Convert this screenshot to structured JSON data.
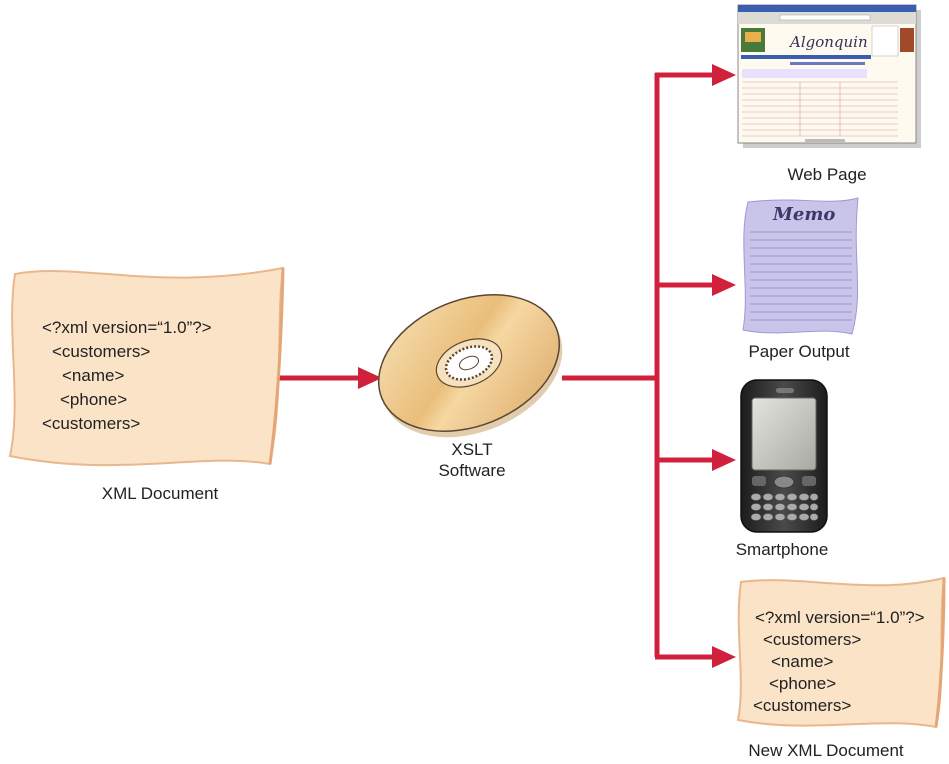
{
  "colors": {
    "arrow": "#d0203c",
    "scroll_fill": "#fbe3c8",
    "scroll_edge": "#e9b78c",
    "memo_fill": "#c9c5ea",
    "memo_line": "#8b86c4",
    "disc_fill": "#f3d29a",
    "disc_edge": "#5a4630",
    "phone_body": "#2b2b2b",
    "phone_screen": "#cfcfc9",
    "web_frame": "#3a5fb0",
    "web_body": "#fffaf0"
  },
  "icons": {
    "xml_input": "paper-scroll-icon",
    "xslt": "cd-disc-icon",
    "web": "browser-window-icon",
    "paper": "memo-paper-icon",
    "phone": "smartphone-icon",
    "xml_output": "paper-scroll-icon"
  },
  "input": {
    "caption": "XML Document",
    "lines": [
      "<?xml version=“1.0”?>",
      "<customers>",
      "<name>",
      "<phone>",
      "<customers>"
    ]
  },
  "processor": {
    "caption_line1": "XSLT",
    "caption_line2": "Software"
  },
  "outputs": {
    "web": {
      "caption": "Web Page",
      "banner": "Algonquin"
    },
    "paper": {
      "caption": "Paper Output",
      "title": "Memo"
    },
    "phone": {
      "caption": "Smartphone"
    },
    "xml": {
      "caption": "New XML Document",
      "lines": [
        "<?xml version=“1.0”?>",
        "<customers>",
        "<name>",
        "<phone>",
        "<customers>"
      ]
    }
  }
}
